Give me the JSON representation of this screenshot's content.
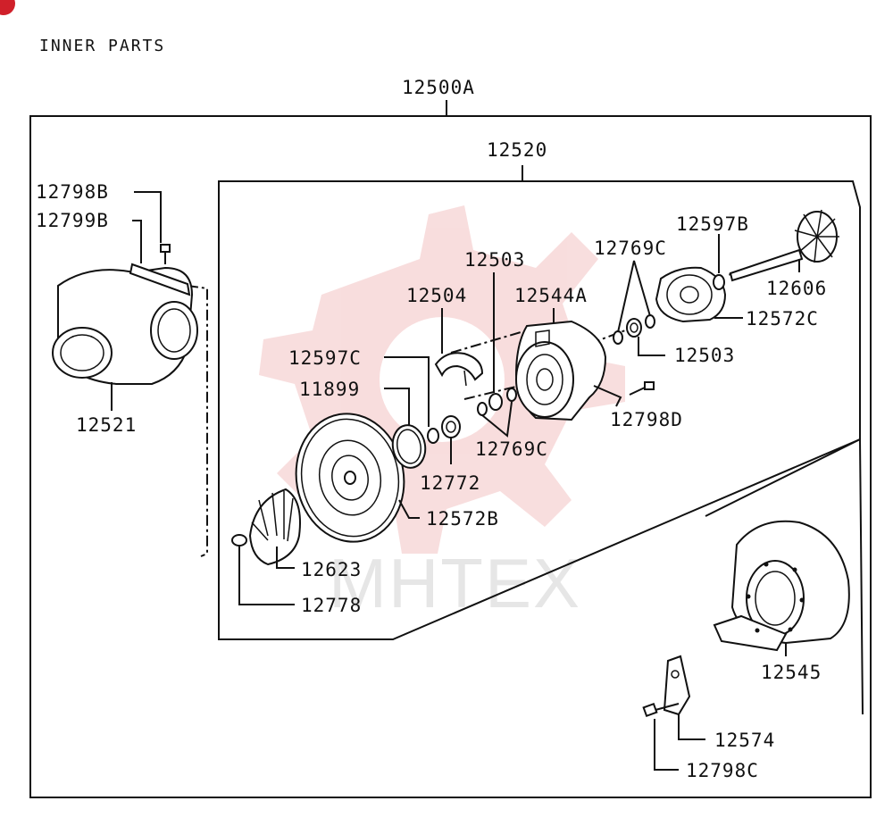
{
  "page_number": "",
  "header": {
    "title": "INNER PARTS"
  },
  "watermark": {
    "text": "MHTEX",
    "logo_color": "#f0b8b8"
  },
  "colors": {
    "line": "#111111",
    "badge": "#d0202a",
    "background": "#ffffff"
  },
  "assemblies": {
    "outer": "12500A",
    "inner": "12520"
  },
  "labels": {
    "p12798B": "12798B",
    "p12799B": "12799B",
    "p12521": "12521",
    "p12503a": "12503",
    "p12504": "12504",
    "p12544A": "12544A",
    "p12769Ca": "12769C",
    "p12597B": "12597B",
    "p12606": "12606",
    "p12572C": "12572C",
    "p12503b": "12503",
    "p12597C": "12597C",
    "p11899": "11899",
    "p12798D": "12798D",
    "p12769Cb": "12769C",
    "p12772": "12772",
    "p12572B": "12572B",
    "p12623": "12623",
    "p12778": "12778",
    "p12545": "12545",
    "p12574": "12574",
    "p12798C": "12798C"
  }
}
